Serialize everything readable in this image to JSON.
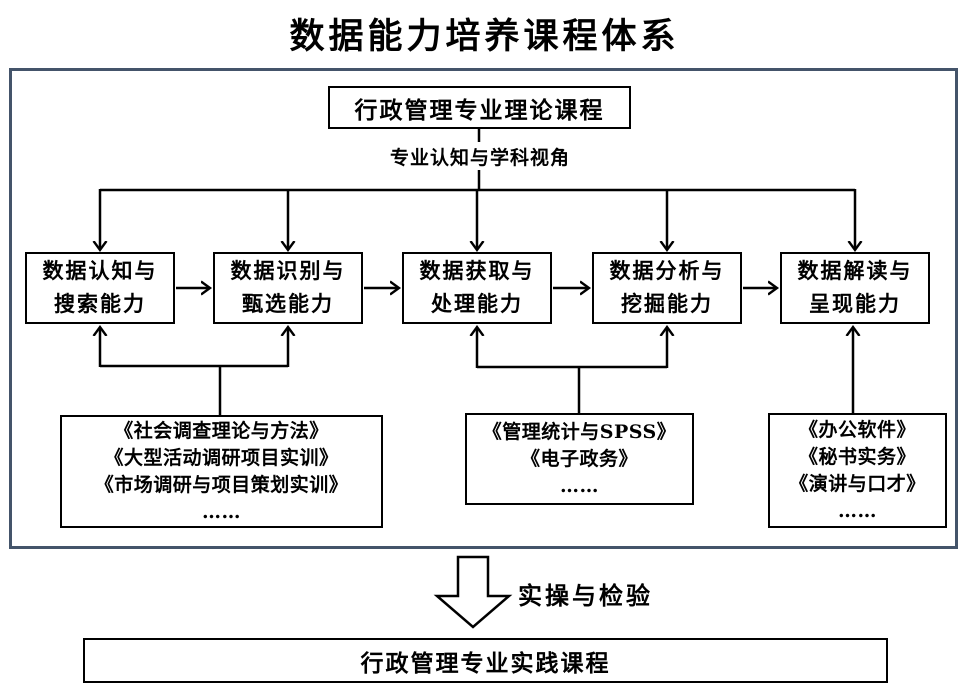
{
  "title": "数据能力培养课程体系",
  "theory_course_box": {
    "label": "行政管理专业理论课程"
  },
  "bridge_label": "专业认知与学科视角",
  "abilities": [
    {
      "label": "数据认知与\n搜索能力"
    },
    {
      "label": "数据识别与\n甄选能力"
    },
    {
      "label": "数据获取与\n处理能力"
    },
    {
      "label": "数据分析与\n挖掘能力"
    },
    {
      "label": "数据解读与\n呈现能力"
    }
  ],
  "course_groups": [
    {
      "label": "《社会调查理论与方法》\n《大型活动调研项目实训》\n《市场调研与项目策划实训》\n……"
    },
    {
      "label": "《管理统计与SPSS》\n《电子政务》\n……"
    },
    {
      "label": "《办公软件》\n《秘书实务》\n《演讲与口才》\n……"
    }
  ],
  "transition": {
    "arrow_label": "实操与检验"
  },
  "practice_course_box": {
    "label": "行政管理专业实践课程"
  },
  "colors": {
    "outer_border": "#44546A",
    "line": "#000000",
    "box_border": "#000000",
    "background": "#FFFFFF"
  }
}
